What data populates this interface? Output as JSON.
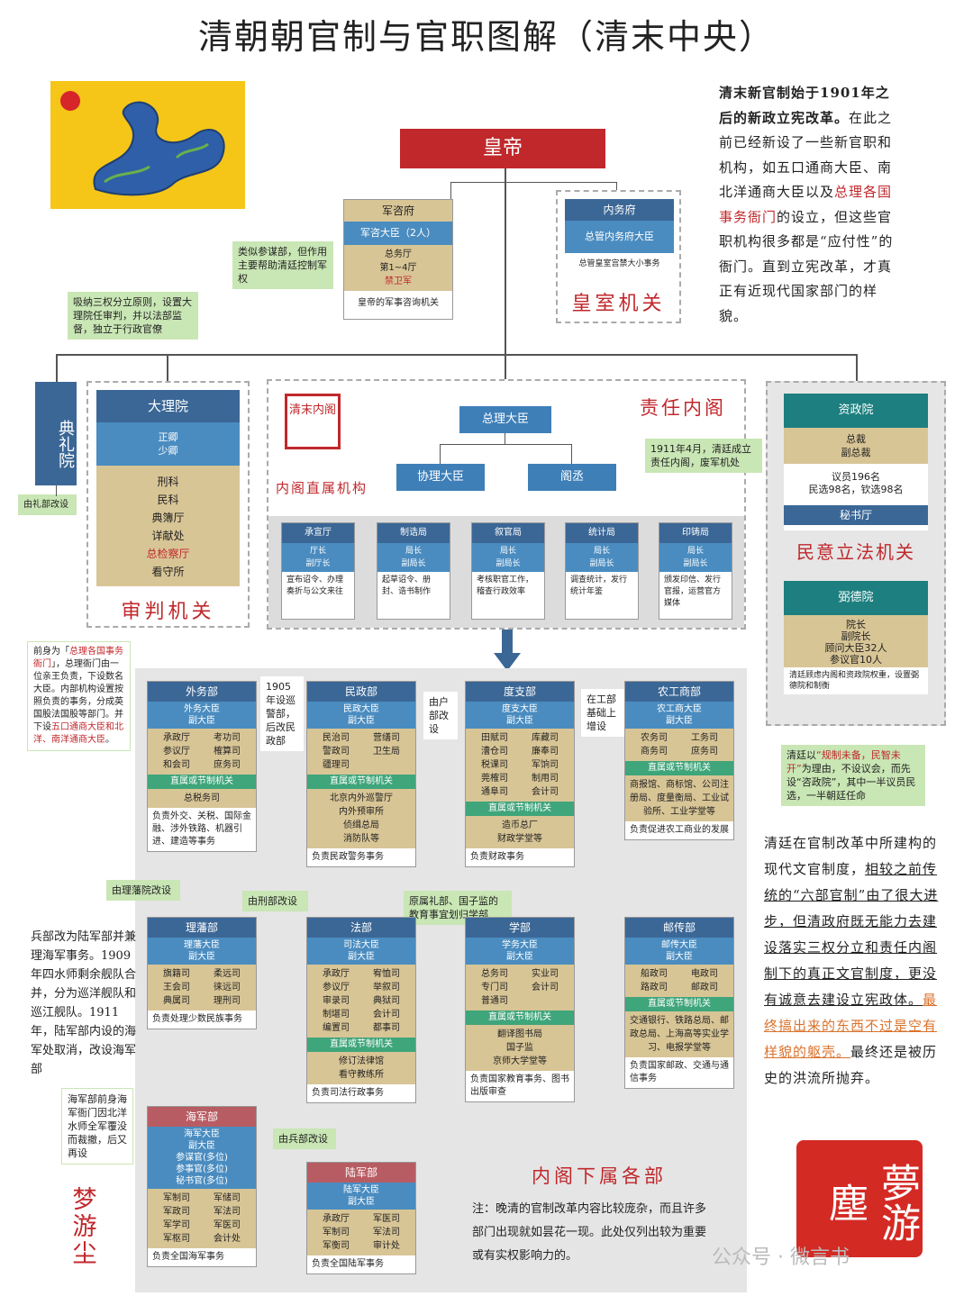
{
  "title": "清朝朝官制与官职图解（清末中央）",
  "emperor": "皇帝",
  "junjifu": {
    "header": "军咨府",
    "officer": "军咨大臣（2人）",
    "units": [
      "总务厅",
      "第1~4厅",
      "禁卫军"
    ],
    "desc": "皇帝的军事咨询机关"
  },
  "junji_note": "类似参谋部，但作用主要帮助清廷控制军权",
  "neiwufu": {
    "header": "内务府",
    "officer": "总管内务府大臣",
    "desc": "总管皇室宫禁大小事务",
    "section": "皇室机关"
  },
  "intro": {
    "bold": "清末新官制始于1901年之后的新政立宪改革。",
    "text1": "在此之前已经新设了一些新官职和机构，如五口通商大臣、南北洋通商大臣以及",
    "red": "总理各国事务衙门",
    "text2": "的设立，但这些官职机构很多都是“应付性”的衙门。直到立宪改革，才真正有近现代国家部门的样貌。"
  },
  "dianliyuan": {
    "name": "典礼院",
    "note": "由礼部改设"
  },
  "sanquan_note": "吸纳三权分立原则，设置大理院任审判，并以法部监督，独立于行政官僚",
  "daliyuan": {
    "header": "大理院",
    "officers": [
      "正卿",
      "少卿"
    ],
    "units": [
      "刑科",
      "民科",
      "典簿厅",
      "详献处",
      "总检察厅",
      "看守所"
    ],
    "section": "审判机关"
  },
  "cabinet": {
    "title": "责任内阁",
    "pm": "总理大臣",
    "vice": [
      "协理大臣",
      "阁丞"
    ],
    "note": "1911年4月，清廷成立责任内阁，废军机处",
    "direct": "内阁直属机构",
    "orgs": [
      {
        "h": "承宣厅",
        "o": "厅长\n副厅长",
        "d": "宣布诏令、办理奏折与公文来往"
      },
      {
        "h": "制诰局",
        "o": "局长\n副局长",
        "d": "起草诏令、册封、诰书制作"
      },
      {
        "h": "叙官局",
        "o": "局长\n副局长",
        "d": "考核职官工作，稽查行政效率"
      },
      {
        "h": "统计局",
        "o": "局长\n副局长",
        "d": "调查统计，发行统计年鉴"
      },
      {
        "h": "印铸局",
        "o": "局长\n副局长",
        "d": "颁发印信、发行官报，运营官方媒体"
      }
    ]
  },
  "zizhengyuan": {
    "header": "资政院",
    "officers": "总裁\n副总裁",
    "members": "议员196名\n民选98名，钦选98名",
    "secretariat": "秘书厅",
    "section": "民意立法机关"
  },
  "bideyuan": {
    "header": "弼德院",
    "officers": "院长\n副院长\n顾问大臣32人\n参议官10人",
    "desc": "清廷顾虑内阁和资政院权重，设置弼德院和制衡"
  },
  "bide_note_a": "清廷以",
  "bide_note_red": "“规制未备，民智未开”",
  "bide_note_b": "为理由，不设议会，而先设“咨政院”，其中一半议员民选，一半朝廷任命",
  "waiwu_note": {
    "a": "前身为「",
    "red1": "总理各国事务衙门",
    "b": "」，总理衙门由一位亲王负责，下设数名大臣。内部机构设置按照负责的事务，分成英国股法国股等部门。并下设",
    "red2": "五口通商大臣和北洋、南洋通商大臣",
    "c": "。"
  },
  "depts1": [
    {
      "h": "外务部",
      "o": "外务大臣\n副大臣",
      "l": "承政厅\n参议厅\n和会司",
      "r": "考功司\n榷算司\n庶务司",
      "sub": "直属或节制机关",
      "su": "总税务司",
      "d": "负责外交、关税、国际金融、涉外铁路、机器引进、建造等事务"
    },
    {
      "h": "民政部",
      "o": "民政大臣\n副大臣",
      "l": "民治司\n警政司\n疆理司",
      "r": "营缮司\n卫生局",
      "sub": "直属或节制机关",
      "su": "北京内外巡警厅\n内外预审所\n侦缉总局\n消防队等",
      "d": "负责民政警务事务"
    },
    {
      "h": "度支部",
      "o": "度支大臣\n副大臣",
      "l": "田赋司\n漕仓司\n税课司\n莞榷司\n通阜司",
      "r": "库藏司\n廉奉司\n军饷司\n制用司\n会计司",
      "sub": "直属或节制机关",
      "su": "造币总厂\n财政学堂等",
      "d": "负责财政事务"
    },
    {
      "h": "农工商部",
      "o": "农工商大臣\n副大臣",
      "l": "农务司\n商务司",
      "r": "工务司\n庶务司",
      "sub": "直属或节制机关",
      "su": "商报馆、商标馆、公司注册局、度量衡局、工业试验所、工业学堂等",
      "d": "负责促进农工商业的发展"
    }
  ],
  "minzheng_note": "1905年设巡警部，后改民政部",
  "duzhi_note": "由户部改设",
  "nonggong_note": "在工部基础上增设",
  "lifan_note": "由理藩院改设",
  "fabu_note": "由刑部改设",
  "xuebu_note": "原属礼部、国子监的教育事宜划归学部",
  "depts2": [
    {
      "h": "理藩部",
      "o": "理藩大臣\n副大臣",
      "l": "旗籍司\n王会司\n典属司",
      "r": "柔远司\n徕远司\n理刑司",
      "d": "负责处理少数民族事务"
    },
    {
      "h": "法部",
      "o": "司法大臣\n副大臣",
      "l": "承政厅\n参议厅\n审录司\n制堪司\n编置司",
      "r": "宥恤司\n举叙司\n典狱司\n会计司\n都事司",
      "sub": "直属或节制机关",
      "su": "修订法律馆\n看守教练所",
      "d": "负责司法行政事务"
    },
    {
      "h": "学部",
      "o": "学务大臣\n副大臣",
      "l": "总务司\n专门司\n普通司",
      "r": "实业司\n会计司",
      "sub": "直属或节制机关",
      "su": "翻译图书局\n国子监\n京师大学堂等",
      "d": "负责国家教育事务、图书出版审查"
    },
    {
      "h": "邮传部",
      "o": "邮传大臣\n副大臣",
      "l": "船政司\n路政司",
      "r": "电政司\n邮政司",
      "sub": "直属或节制机关",
      "su": "交通银行、铁路总局、邮政总局、上海高等实业学习、电报学堂等",
      "d": "负责国家邮政、交通与通信事务"
    }
  ],
  "army_text": "兵部改为陆军部并兼理海军事务。1909年四水师剩余舰队合并，分为巡洋舰队和巡江舰队。1911年，陆军部内设的海军处取消，改设海军部",
  "haijun_note": "海军部前身海军衙门因北洋水师全军覆没而裁撤，后又再设",
  "lujun_note": "由兵部改设",
  "haijun": {
    "h": "海军部",
    "o": "海军大臣\n副大臣\n参谋官(多位)\n参事官(多位)\n秘书官(多位)",
    "l": "军制司\n军政司\n军学司\n军枢司",
    "r": "军储司\n军法司\n军医司\n会计处",
    "d": "负责全国海军事务"
  },
  "lujun": {
    "h": "陆军部",
    "o": "陆军大臣\n副大臣",
    "l": "承政厅\n军制司\n军衡司",
    "r": "军医司\n军法司\n审计处",
    "d": "负责全国陆军事务"
  },
  "bottom_section": "内阁下属各部",
  "bottom_note": "注：晚清的官制改革内容比较庞杂，而且许多部门出现就如昙花一现。此处仅列出较为重要或有实权影响力的。",
  "right_text": {
    "a": "清廷在官制改革中所建构的现代文官制度，",
    "u1": "相较之前传统的“六部官制”由了很大进步，但清政府既无能力去建设落实三权分立和责任内阁制下的真正文官制度，更没有诚意去建设立宪政体。",
    "o": "最终搞出来的东西不过是空有样貌的躯壳。",
    "b": "最终还是被历史的洪流所抛弃。"
  },
  "seal_small": "梦游尘",
  "seal_big": "夢游塵",
  "seal_cab": "清末内阁",
  "watermark": "公众号 · 微言书"
}
